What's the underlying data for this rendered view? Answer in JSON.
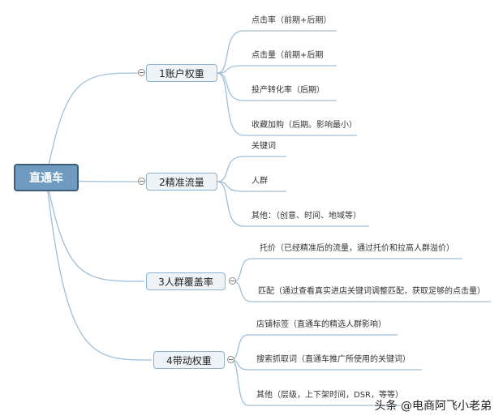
{
  "root": {
    "label": "直通车"
  },
  "branches": [
    {
      "label": "1账户权重",
      "leaves": [
        "点击率（前期+后期）",
        "点击量（前期+后期",
        "投产转化率（后期）",
        "收藏加购（后期。影响最小）"
      ]
    },
    {
      "label": "2精准流量",
      "leaves": [
        "关键词",
        "人群",
        "其他：（创意、时间、地域等）"
      ]
    },
    {
      "label": "3人群覆盖率",
      "leaves": [
        "托价（已经精准后的流量，通过托价和拉高人群溢价）",
        "匹配（通过查看真实进店关键词调整匹配，获取足够的点击量）"
      ]
    },
    {
      "label": "4带动权重",
      "leaves": [
        "店铺标签（直通车的精选人群影响）",
        "搜索抓取词（直通车推广所使用的关键词）",
        "其他（层级，上下架时间，DSR，等等）"
      ]
    }
  ],
  "watermark": "头条 @电商阿飞小老弟",
  "colors": {
    "line": "#9fbfd8",
    "root_fill": "#6f9bc0",
    "root_border": "#3e5d78",
    "branch_fill": "#eef3f8",
    "branch_border": "#8fb2cf"
  }
}
